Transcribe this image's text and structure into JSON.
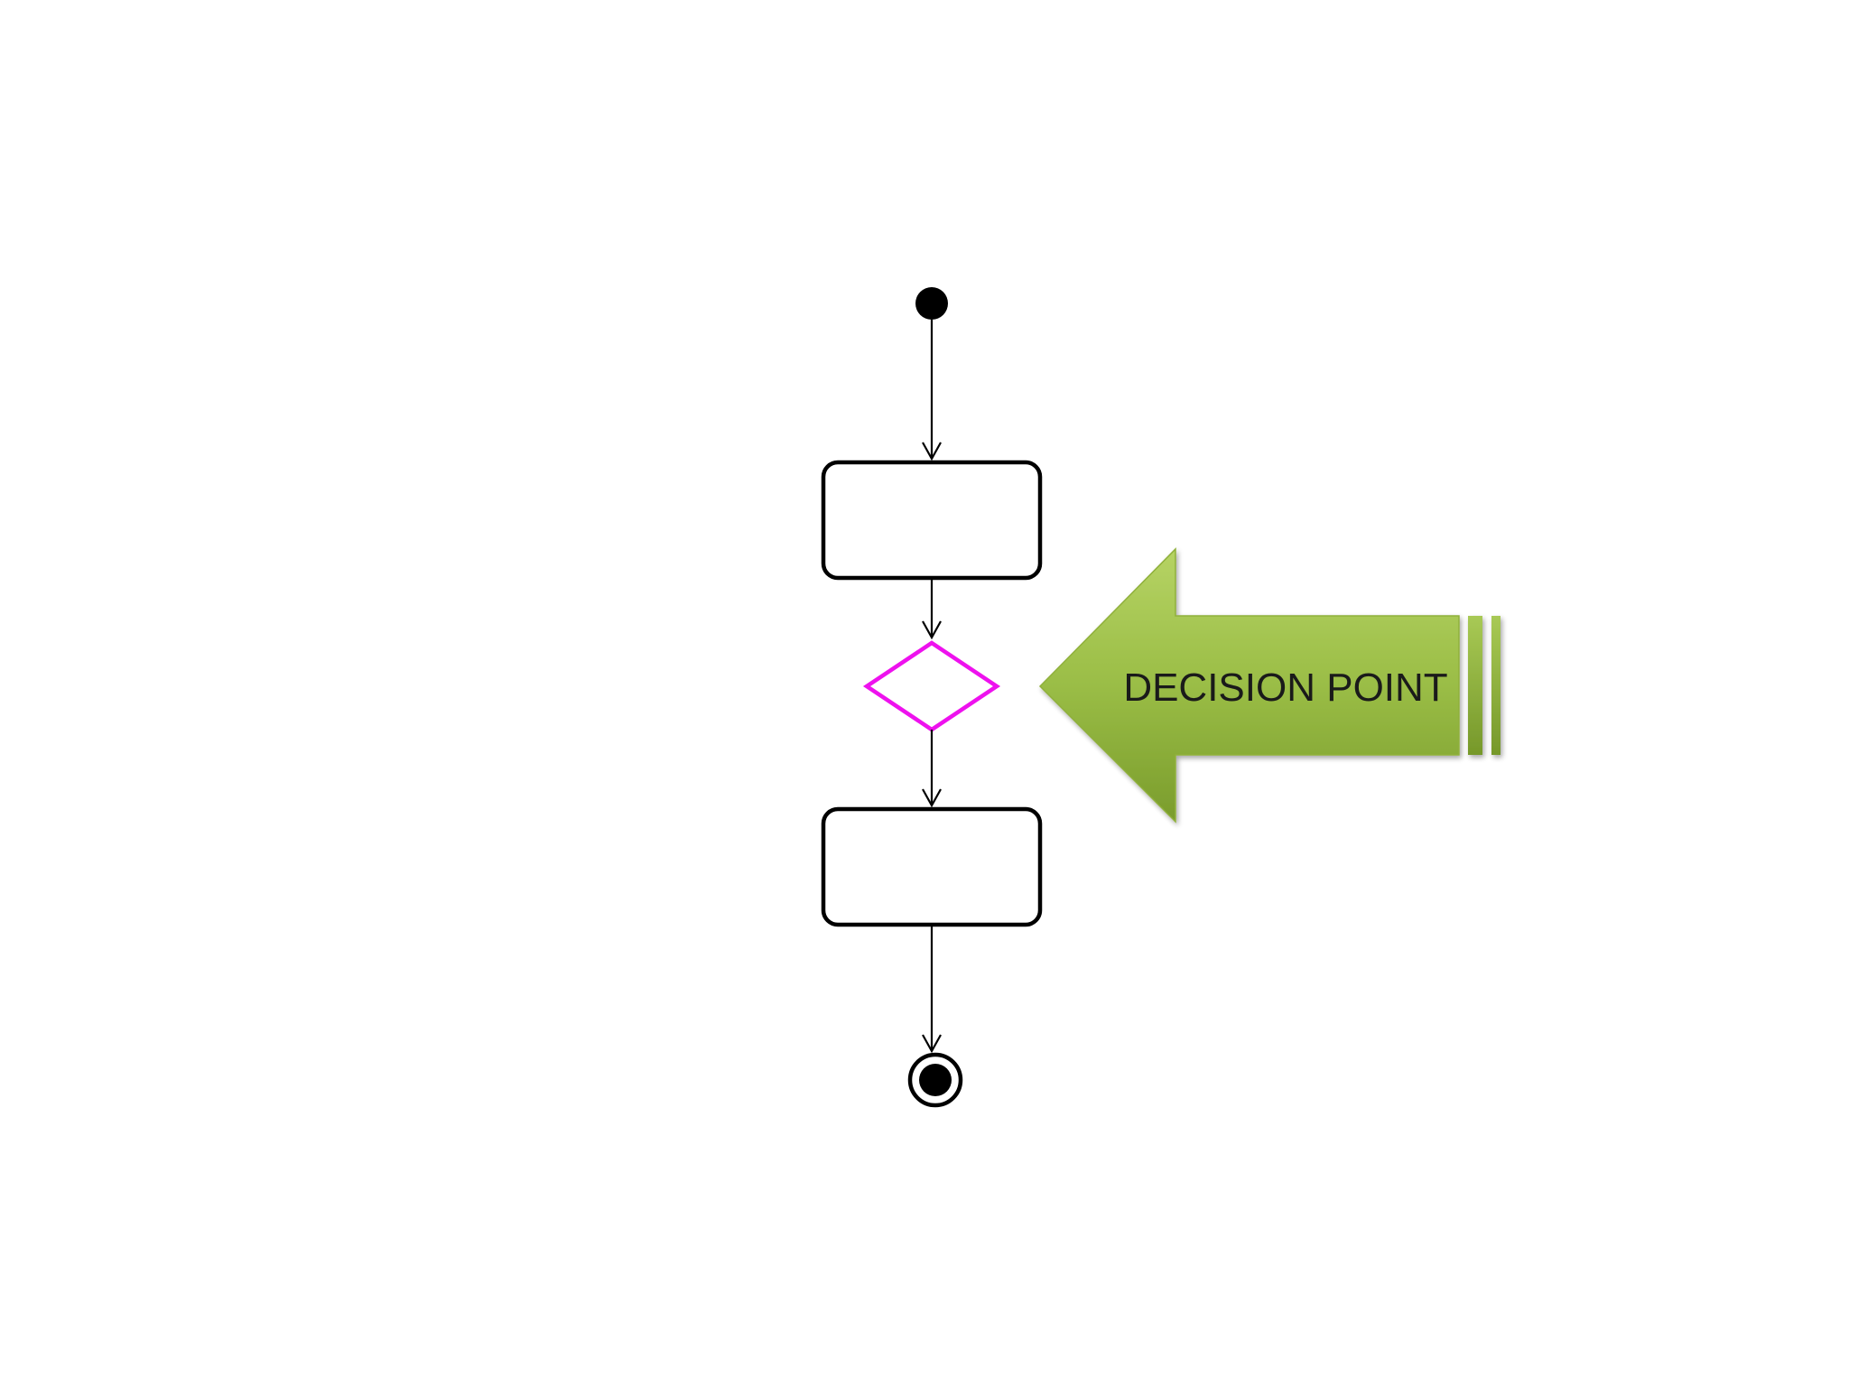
{
  "diagram": {
    "type": "uml-activity-diagram",
    "nodes": [
      {
        "id": "start",
        "kind": "initial-node"
      },
      {
        "id": "activity-1",
        "kind": "action",
        "label": ""
      },
      {
        "id": "decision",
        "kind": "decision-node"
      },
      {
        "id": "activity-2",
        "kind": "action",
        "label": ""
      },
      {
        "id": "end",
        "kind": "final-node"
      }
    ],
    "edges": [
      {
        "from": "start",
        "to": "activity-1"
      },
      {
        "from": "activity-1",
        "to": "decision"
      },
      {
        "from": "decision",
        "to": "activity-2"
      },
      {
        "from": "activity-2",
        "to": "end"
      }
    ],
    "callout": {
      "text": "DECISION POINT",
      "points_to": "decision"
    }
  },
  "colors": {
    "stroke": "#000000",
    "decision_stroke": "#ee11ee",
    "arrow_fill_light": "#a4c64e",
    "arrow_fill_dark": "#6d8f22"
  }
}
